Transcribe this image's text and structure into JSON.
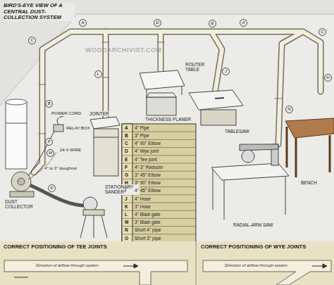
{
  "diagram": {
    "title": "BIRD'S-EYE VIEW OF A CENTRAL DUST-COLLECTION SYSTEM",
    "labels": [
      "WOODARCHIVIST.COM",
      "POWER CORD",
      "RELAY BOX",
      "24-V WIRE",
      "4\" to 3\" doughnut",
      "DUST COLLECTOR",
      "STATIONARY SANDER",
      "JOINTER",
      "ROUTER TABLE",
      "THICKNESS PLANER",
      "TABLESAW",
      "RADIAL-ARM SAW",
      "BENCH",
      "A",
      "C",
      "D",
      "A",
      "E",
      "C",
      "L",
      "J",
      "F",
      "K",
      "M",
      "B",
      "N",
      "H",
      "A",
      "4\" Pipe",
      "B",
      "3\" Pipe",
      "C",
      "4\" 90° Elbow",
      "D",
      "4\" Wye joint",
      "E",
      "4\" Tee joint",
      "F",
      "4\"-3\" Reducer",
      "G",
      "3\" 45° Elbow",
      "H",
      "3\" 90° Elbow",
      "I",
      "4\" 45° Elbow",
      "J",
      "4\" Hose",
      "K",
      "3\" Hose",
      "L",
      "4\" Blast gate",
      "M",
      "3\" Blast gate",
      "N",
      "Short 4\" pipe",
      "O",
      "Short 3\" pipe",
      "CORRECT POSITIONING OF TEE JOINTS",
      "CORRECT POSITIONING OF WYE JOINTS",
      "Direction of airflow through system",
      "Direction of airflow through system"
    ]
  }
}
